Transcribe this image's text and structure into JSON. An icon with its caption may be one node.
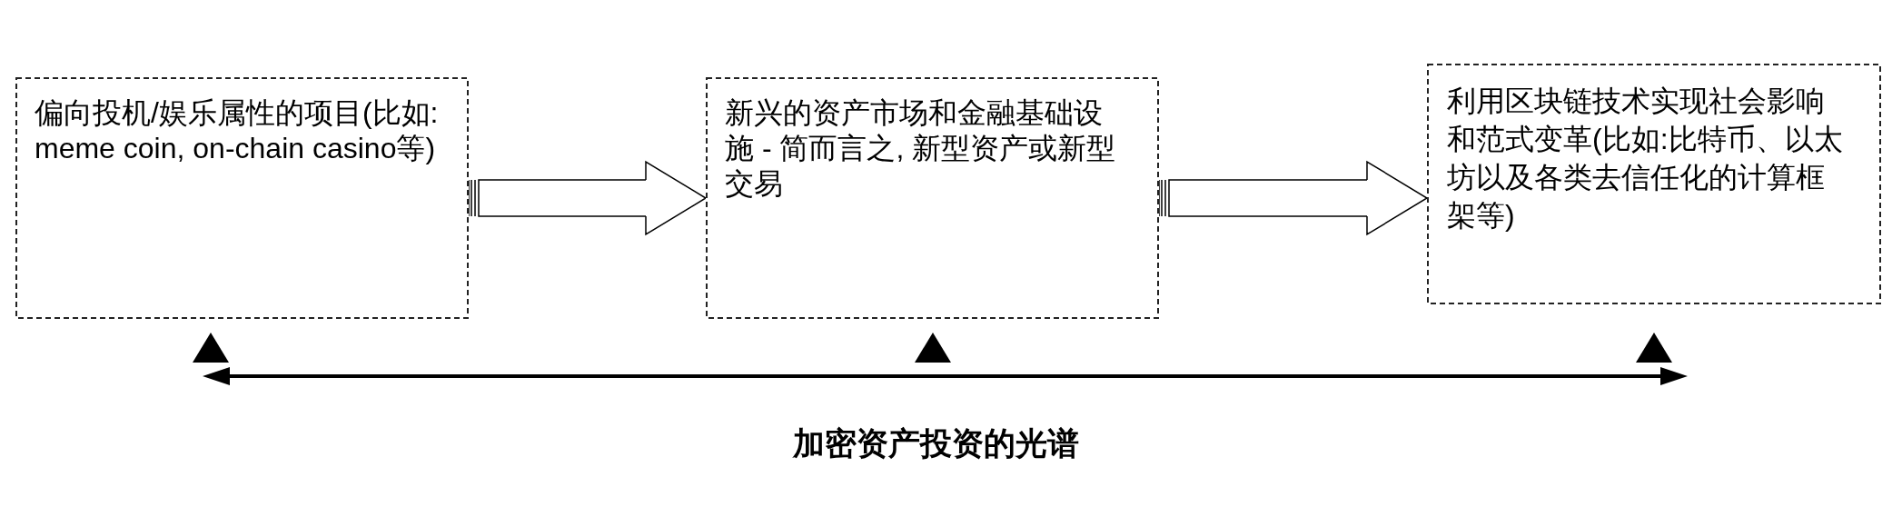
{
  "diagram": {
    "caption": "加密资产投资的光谱",
    "nodes": [
      {
        "text": [
          "偏向投机/娱乐属性的项目(比如: meme coin, on-chain casino等)"
        ]
      },
      {
        "text": [
          "新兴的资产市场和金融基础设施 - 简而言之, 新型资产或新型交易"
        ]
      },
      {
        "text": [
          "利用区块链技术实现社会影响和范式变革(比如:比特币、以太坊以及各类去信任化的计算框架等)"
        ]
      }
    ],
    "edges": [
      {
        "from": 0,
        "to": 1,
        "arrow": "to"
      },
      {
        "from": 1,
        "to": 2,
        "arrow": "to"
      }
    ]
  }
}
